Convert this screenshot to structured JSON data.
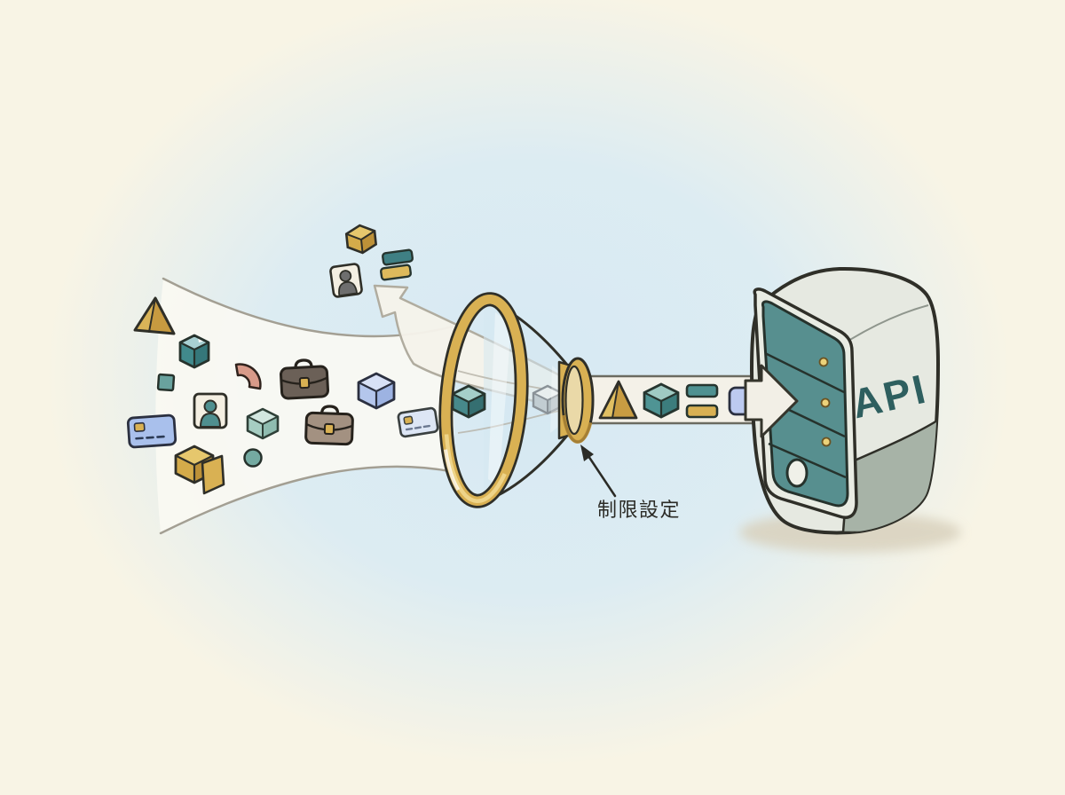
{
  "diagram": {
    "title_none": "",
    "funnel_label": "制限設定",
    "server_label": "API",
    "palette": {
      "background_cream": "#f8f4e5",
      "glow_blue": "#d8e9f3",
      "gold": "#d9b153",
      "gold_light": "#eed489",
      "gold_dark": "#c29338",
      "teal": "#4f8f8f",
      "teal_dark": "#35777a",
      "teal_light": "#a8d0d2",
      "blue": "#aec3ec",
      "blue_light": "#dde6f5",
      "pink": "#d89a89",
      "stream_white": "#faf8f1",
      "glass_blue": "#d5e8f0",
      "server_shell": "#e6e9e1",
      "server_face_teal": "#578f8f",
      "server_band": "#a7b3a7",
      "led_gold": "#ecd27a",
      "ink": "#2f2f28",
      "label_ink": "#2b2b26",
      "api_text": "#2e5f5f"
    },
    "flow_items_incoming": [
      "pyramid",
      "open-box",
      "small-square",
      "id-card-person",
      "credit-card",
      "gold-cube-with-flap",
      "pink-arc",
      "teal-circle",
      "light-teal-cube",
      "dark-briefcase",
      "light-briefcase",
      "blue-cube",
      "light-credit-card"
    ],
    "items_inside_funnel": [
      "teal-cube",
      "faded-cube"
    ],
    "flow_items_passed": [
      "gold-pyramid",
      "teal-cube",
      "equals-bars",
      "blue-data-card"
    ],
    "flow_items_rejected": [
      "gold-cube",
      "id-card-person",
      "equals-bars"
    ]
  }
}
